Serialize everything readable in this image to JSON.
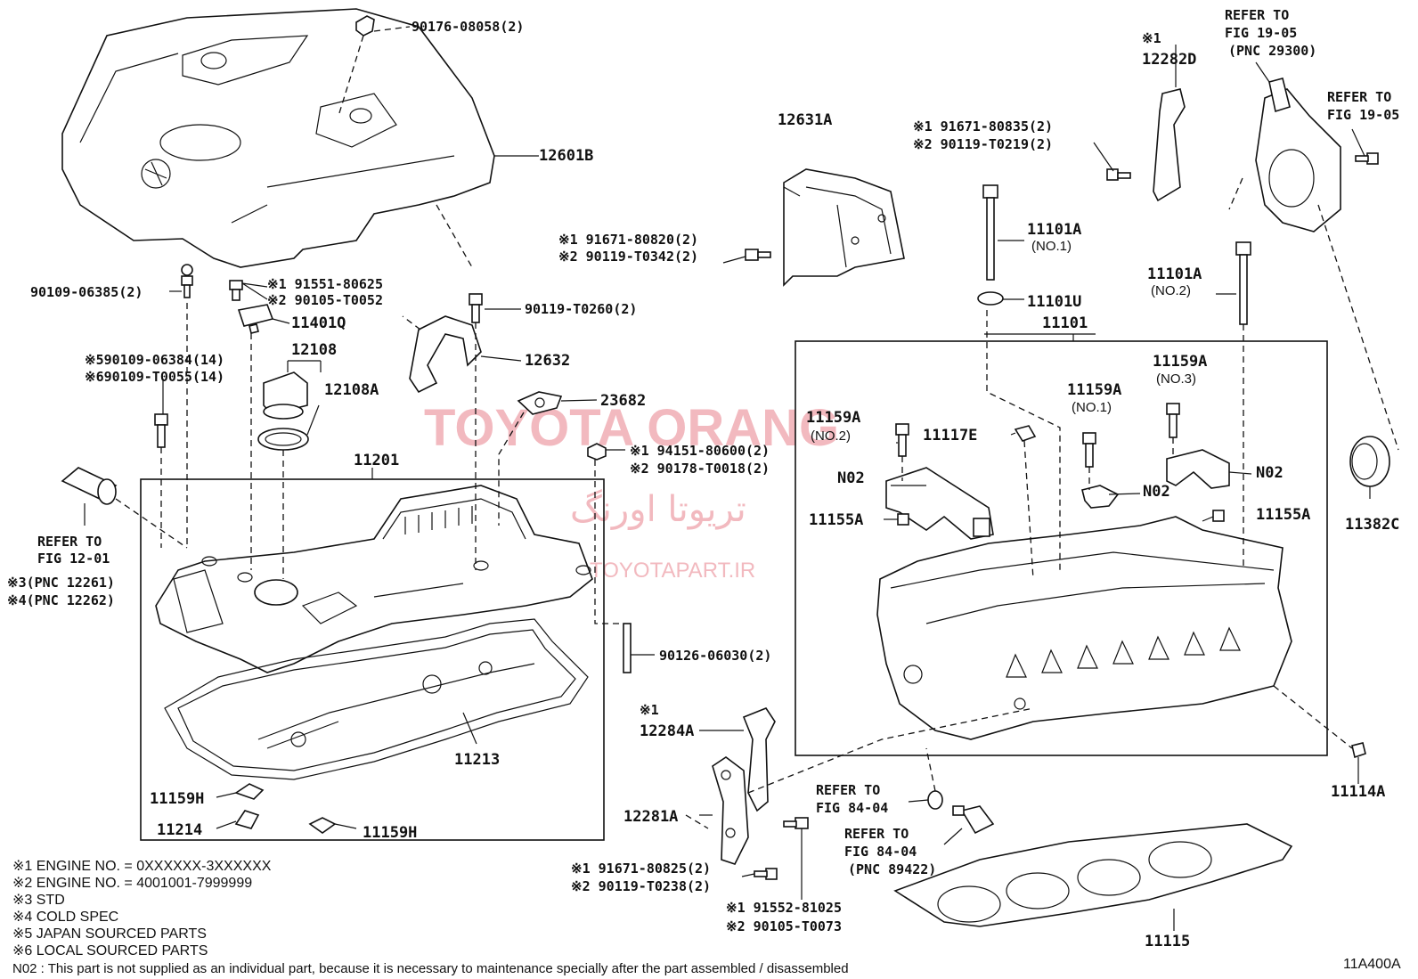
{
  "watermark": {
    "brand": "TOYOTA ORANG",
    "persian": "تریوتا اورنگ",
    "site": "TOYOTAPART.IR"
  },
  "diagram_code": "11A400A",
  "labels": {
    "p12601B": "12601B",
    "p90176": "90176-08058(2)",
    "p90109_06385": "90109-06385(2)",
    "p91551_1": "※1 91551-80625",
    "p91551_2": "※2 90105-T0052",
    "p11401Q": "11401Q",
    "p12108": "12108",
    "p12108A": "12108A",
    "p90109_14a": "※590109-06384(14)",
    "p90109_14b": "※690109-T0055(14)",
    "p11201": "11201",
    "refer12_a": "REFER TO",
    "refer12_b": "FIG 12-01",
    "pnc12261": "※3(PNC 12261)",
    "pnc12262": "※4(PNC 12262)",
    "p12631A": "12631A",
    "p91671_80820": "※1 91671-80820(2)",
    "p90119_T0342": "※2 90119-T0342(2)",
    "p90119_T0260": "90119-T0260(2)",
    "p12632": "12632",
    "p23682": "23682",
    "p94151": "※1 94151-80600(2)",
    "p90178": "※2 90178-T0018(2)",
    "p90126": "90126-06030(2)",
    "p11213": "11213",
    "p11159H_a": "11159H",
    "p11214": "11214",
    "p11159H_b": "11159H",
    "p12284A_mark": "※1",
    "p12284A": "12284A",
    "p12281A": "12281A",
    "p91671_80825": "※1 91671-80825(2)",
    "p90119_T0238": "※2 90119-T0238(2)",
    "p91552": "※1 91552-81025",
    "p90105_T0073": "※2 90105-T0073",
    "refer84a_1": "REFER TO",
    "refer84a_2": "FIG 84-04",
    "refer84b_1": "REFER TO",
    "refer84b_2": "FIG 84-04",
    "refer84b_3": "(PNC 89422)",
    "p11115": "11115",
    "p91671_80835": "※1 91671-80835(2)",
    "p90119_T0219": "※2 90119-T0219(2)",
    "p12282D_mark": "※1",
    "p12282D": "12282D",
    "refer19a_1": "REFER TO",
    "refer19a_2": "FIG 19-05",
    "refer19a_3": "(PNC 29300)",
    "refer19b_1": "REFER TO",
    "refer19b_2": "FIG 19-05",
    "p11101A_1": "11101A",
    "p11101A_1sub": "(NO.1)",
    "p11101A_2": "11101A",
    "p11101A_2sub": "(NO.2)",
    "p11101U": "11101U",
    "p11101": "11101",
    "p11159A_2": "11159A",
    "p11159A_2sub": "(NO.2)",
    "p11159A_1": "11159A",
    "p11159A_1sub": "(NO.1)",
    "p11159A_3": "11159A",
    "p11159A_3sub": "(NO.3)",
    "p11117E": "11117E",
    "pN02_a": "N02",
    "pN02_b": "N02",
    "pN02_c": "N02",
    "p11155A_a": "11155A",
    "p11155A_b": "11155A",
    "p11382C": "11382C",
    "p11114A": "11114A"
  },
  "notes": [
    "※1  ENGINE NO. = 0XXXXXX-3XXXXXX",
    "※2  ENGINE NO. = 4001001-7999999",
    "※3  STD",
    "※4  COLD SPEC",
    "※5 JAPAN SOURCED PARTS",
    "※6 LOCAL SOURCED PARTS",
    "N02 : This part is not supplied as an individual part, because it is necessary to maintenance specially after the part assembled / disassembled"
  ]
}
